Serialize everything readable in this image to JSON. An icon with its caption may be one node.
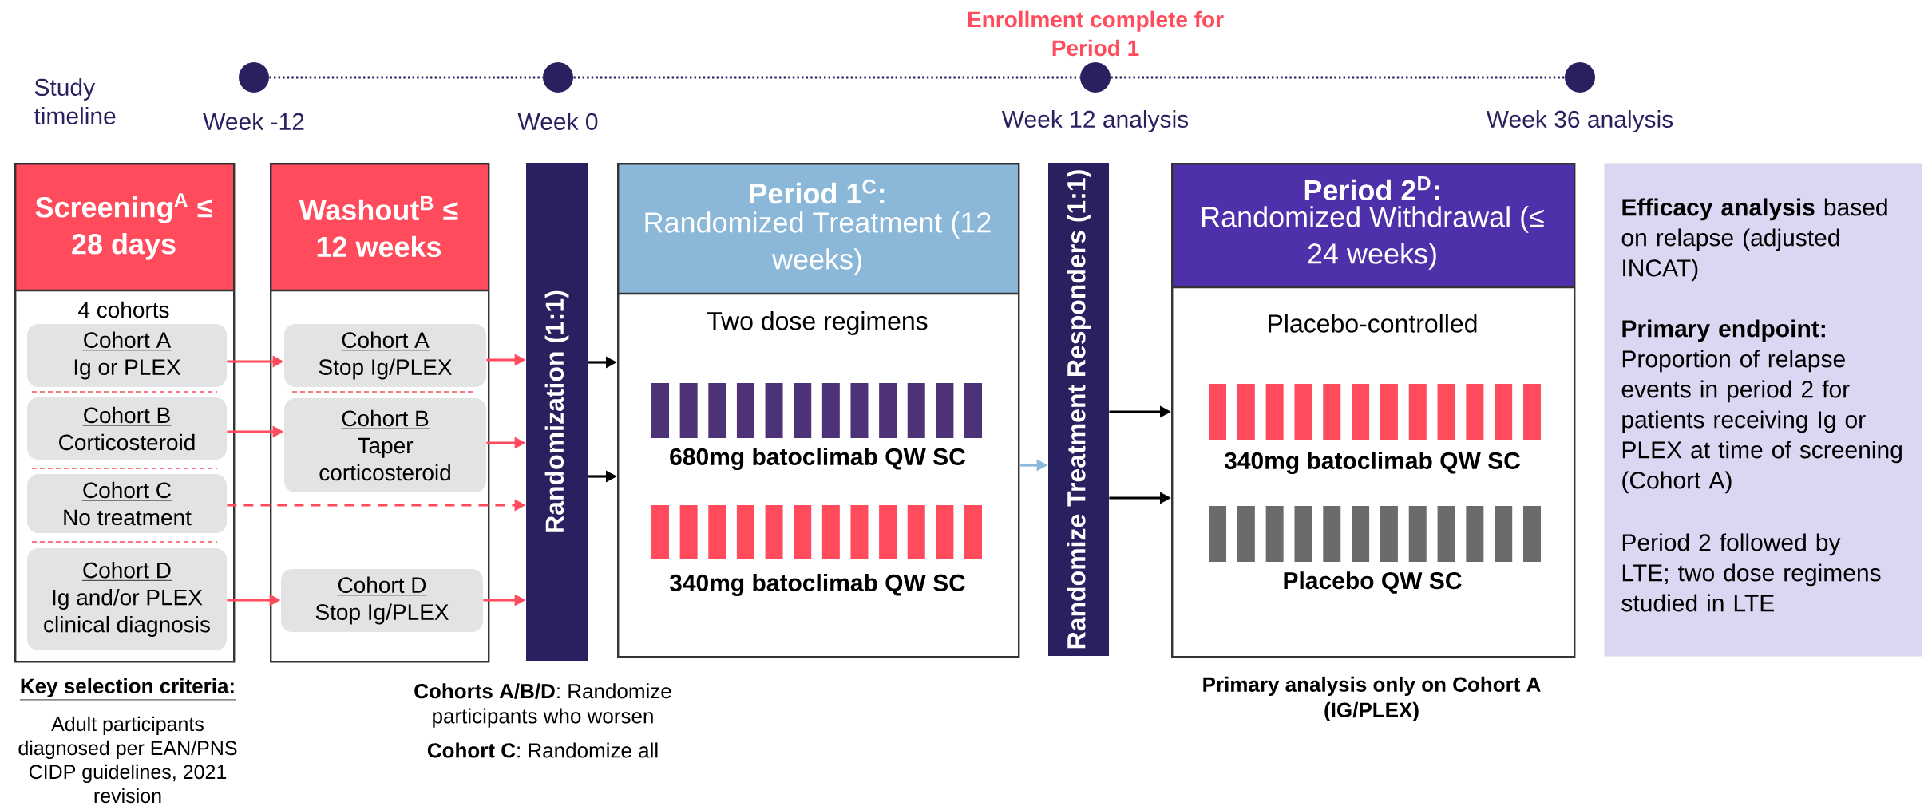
{
  "diagram": {
    "nodes": [
      {
        "text": [],
        "shape": "circle",
        "beside": [
          "Week -12"
        ]
      },
      {
        "text": [],
        "shape": "circle",
        "beside": [
          "Week 0"
        ]
      },
      {
        "text": [],
        "shape": "circle",
        "beside": [
          "Enrollment complete for Period 1",
          "Week 12 analysis"
        ]
      },
      {
        "text": [],
        "shape": "circle",
        "beside": [
          "Week 36 analysis"
        ]
      },
      {
        "text": [
          "Screening$^{A}$ ≤ 28 days",
          "4 cohorts"
        ]
      },
      {
        "text": [
          "Cohort A",
          "Ig or PLEX"
        ],
        "in": 4
      },
      {
        "text": [
          "Cohort B",
          "Corticosteroid"
        ],
        "in": 4
      },
      {
        "text": [
          "Cohort C",
          "No treatment"
        ],
        "in": 4
      },
      {
        "text": [
          "Cohort D",
          "Ig and/or PLEX clinical diagnosis"
        ],
        "in": 4
      },
      {
        "text": [
          "Washout$^{B}$ ≤ 12 weeks"
        ]
      },
      {
        "text": [
          "Cohort A",
          "Stop Ig/PLEX"
        ],
        "in": 9
      },
      {
        "text": [
          "Cohort B",
          "Taper corticosteroid"
        ],
        "in": 9
      },
      {
        "text": [
          "Cohort D",
          "Stop Ig/PLEX"
        ],
        "in": 9
      },
      {
        "text": [
          "Randomization (1:1)"
        ]
      },
      {
        "text": [
          "Period 1$^{C}$:",
          "Randomized Treatment (12 weeks)",
          "Two dose regimens",
          "680mg batoclimab QW SC",
          "340mg batoclimab QW SC"
        ]
      },
      {
        "text": [
          "Randomize Treatment Responders (1:1)"
        ]
      },
      {
        "text": [
          "Period 2$^{D}$:",
          "Randomized Withdrawal (≤ 24 weeks)",
          "Placebo-controlled",
          "340mg batoclimab QW SC",
          "Placebo QW SC"
        ],
        "beside": [
          "Primary analysis only on Cohort A (IG/PLEX)"
        ]
      },
      {
        "text": [
          "**Efficacy analysis** based on relapse (adjusted INCAT)",
          "**Primary endpoint:** Proportion of relapse events in period 2 for patients receiving Ig or PLEX at time of screening (Cohort A)",
          "Period 2 followed by LTE; two dose regimens studied in LTE"
        ]
      }
    ],
    "edges": [
      {
        "from": 0,
        "to": 1,
        "arrow": "none",
        "style": "dashed",
        "color": "#29205f"
      },
      {
        "from": 1,
        "to": 2,
        "arrow": "none",
        "style": "dashed",
        "color": "#29205f"
      },
      {
        "from": 2,
        "to": 3,
        "arrow": "none",
        "style": "dashed",
        "color": "#29205f"
      },
      {
        "from": 5,
        "to": 10,
        "arrow": "to"
      },
      {
        "from": 6,
        "to": 11,
        "arrow": "to"
      },
      {
        "from": 7,
        "to": 13,
        "arrow": "to",
        "style": "dashed"
      },
      {
        "from": 8,
        "to": 12,
        "arrow": "to"
      },
      {
        "from": 10,
        "to": 13,
        "arrow": "to"
      },
      {
        "from": 11,
        "to": 13,
        "arrow": "to"
      },
      {
        "from": 12,
        "to": 13,
        "arrow": "to"
      },
      {
        "from": 13,
        "to": 14,
        "arrow": "to",
        "color": "#000000"
      },
      {
        "from": 13,
        "to": 14,
        "arrow": "to",
        "color": "#000000"
      },
      {
        "from": 14,
        "to": 15,
        "arrow": "to",
        "color": "#8bb8d8"
      },
      {
        "from": 15,
        "to": 16,
        "arrow": "to",
        "color": "#000000"
      },
      {
        "from": 15,
        "to": 16,
        "arrow": "to",
        "color": "#000000"
      }
    ],
    "labels": [
      "Study timeline",
      "Key selection criteria:",
      "Adult participants diagnosed per EAN/PNS CIDP guidelines, 2021 revision",
      "**Cohorts A/B/D**: Randomize participants who worsen",
      "**Cohort C**: Randomize all"
    ]
  }
}
